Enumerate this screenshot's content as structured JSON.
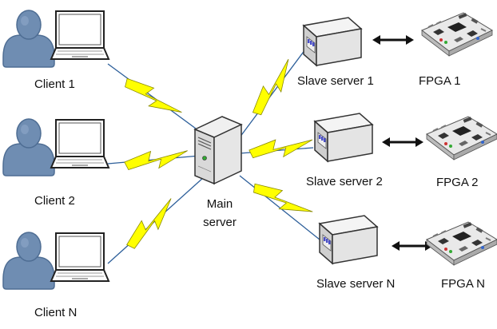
{
  "diagram": {
    "clients": [
      {
        "label": "Client 1"
      },
      {
        "label": "Client 2"
      },
      {
        "label": "Client N"
      }
    ],
    "main_server": {
      "label_line1": "Main",
      "label_line2": "server"
    },
    "slave_servers": [
      {
        "label": "Slave server 1"
      },
      {
        "label": "Slave server 2"
      },
      {
        "label": "Slave server N"
      }
    ],
    "fpgas": [
      {
        "label": "FPGA 1"
      },
      {
        "label": "FPGA 2"
      },
      {
        "label": "FPGA N"
      }
    ],
    "colors": {
      "person": "#6f8db2",
      "person_shade": "#4e6d93",
      "lightning": "#ffff00",
      "lightning_outline": "#8a8a00",
      "link_line": "#2d5f9a",
      "board": "#e9e9e9",
      "server_body": "#e4e4e4",
      "server_led": "#4a4fc7"
    }
  }
}
